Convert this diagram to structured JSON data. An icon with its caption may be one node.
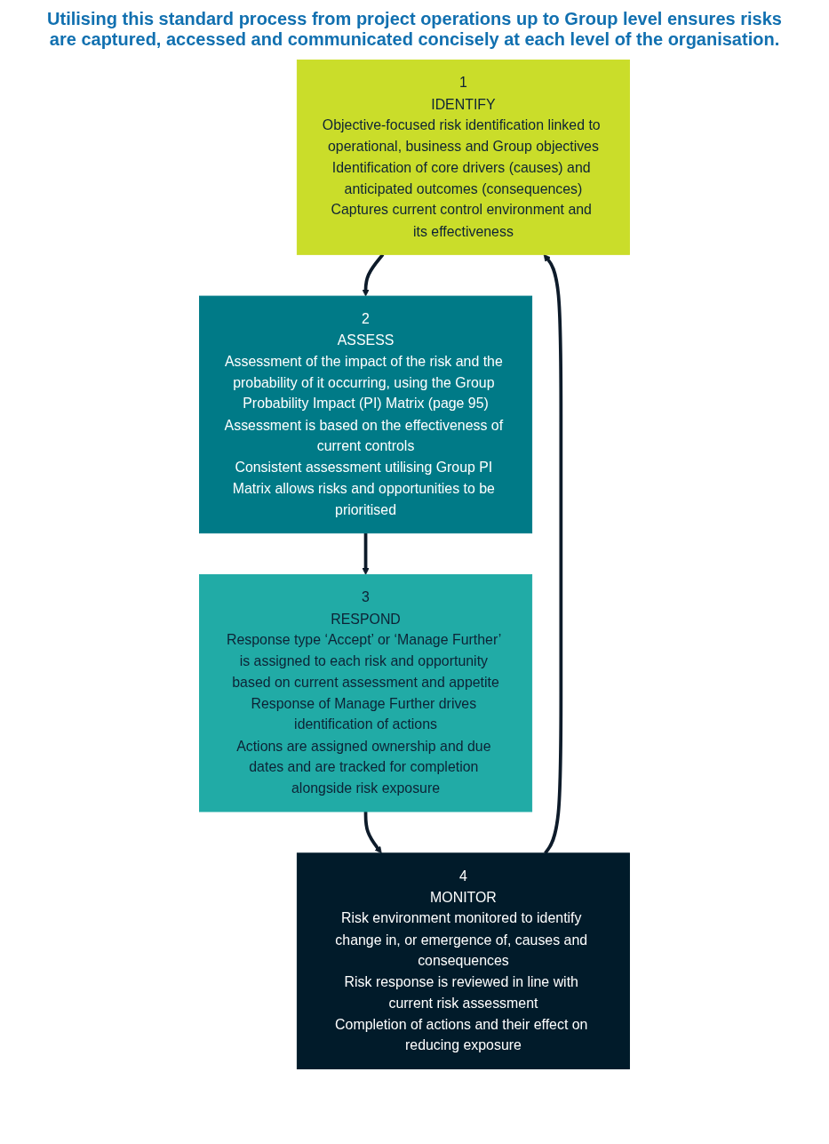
{
  "diagram": {
    "nodes": [
      {
        "text": [
          "1",
          "IDENTIFY",
          "Objective-focused risk identification linked to operational, business and Group objectives",
          "Identification of core drivers (causes) and anticipated outcomes (consequences)",
          "Captures current control environment and its effectiveness"
        ]
      },
      {
        "text": [
          "2",
          "ASSESS",
          "Assessment of the impact of the risk and the probability of it occurring, using the Group Probability Impact (PI) Matrix (page 95)",
          "Assessment is based on the effectiveness of current controls",
          "Consistent assessment utilising Group PI Matrix allows risks and opportunities to be prioritised"
        ]
      },
      {
        "text": [
          "4",
          "MONITOR",
          "Risk environment monitored to identify change in, or emergence of, causes and consequences",
          "Risk response is reviewed in line with current risk assessment",
          "Completion of actions and their effect on reducing exposure"
        ]
      },
      {
        "text": [
          "3",
          "RESPOND",
          "Response type ‘Accept’ or ‘Manage Further’ is assigned to each risk and opportunity based on current assessment and appetite",
          "Response of Manage Further drives identification of actions",
          "Actions are assigned ownership and due dates and are tracked for completion alongside risk exposure"
        ]
      }
    ],
    "edges": [
      {
        "from": 0,
        "to": 1,
        "arrow": "to"
      },
      {
        "from": 1,
        "to": 3,
        "arrow": "to"
      },
      {
        "from": 3,
        "to": 2,
        "arrow": "to"
      },
      {
        "from": 2,
        "to": 0,
        "arrow": "to"
      }
    ],
    "labels": [
      "Utilising this standard process from project operations up to Group level ensures risks are captured, accessed and communicated concisely at each level of the organisation."
    ]
  }
}
